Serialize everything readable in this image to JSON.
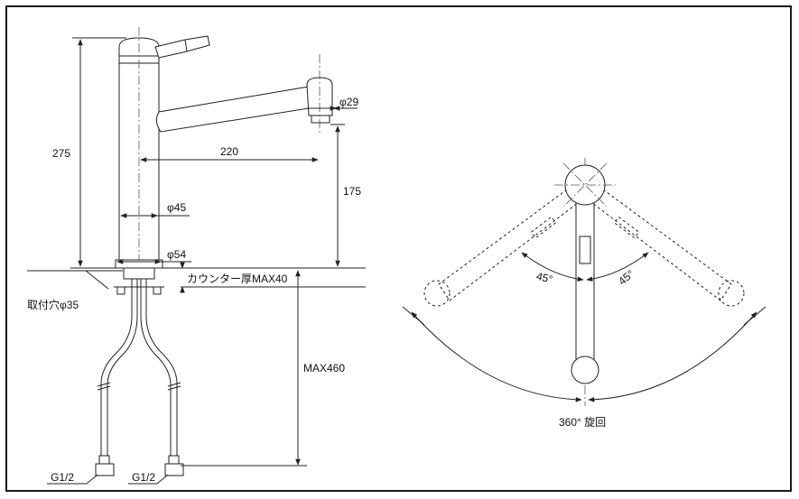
{
  "dimensions": {
    "height_total": "275",
    "reach": "220",
    "spout_height": "175",
    "spout_diameter": "φ29",
    "body_diameter": "φ45",
    "base_diameter": "φ54",
    "counter_thickness": "カウンター厚MAX40",
    "mount_hole": "取付穴φ35",
    "hose_length": "MAX460",
    "inlet_left": "G1/2",
    "inlet_right": "G1/2"
  },
  "top_view": {
    "angle_left": "45°",
    "angle_right": "45°",
    "rotation": "360° 旋回"
  }
}
